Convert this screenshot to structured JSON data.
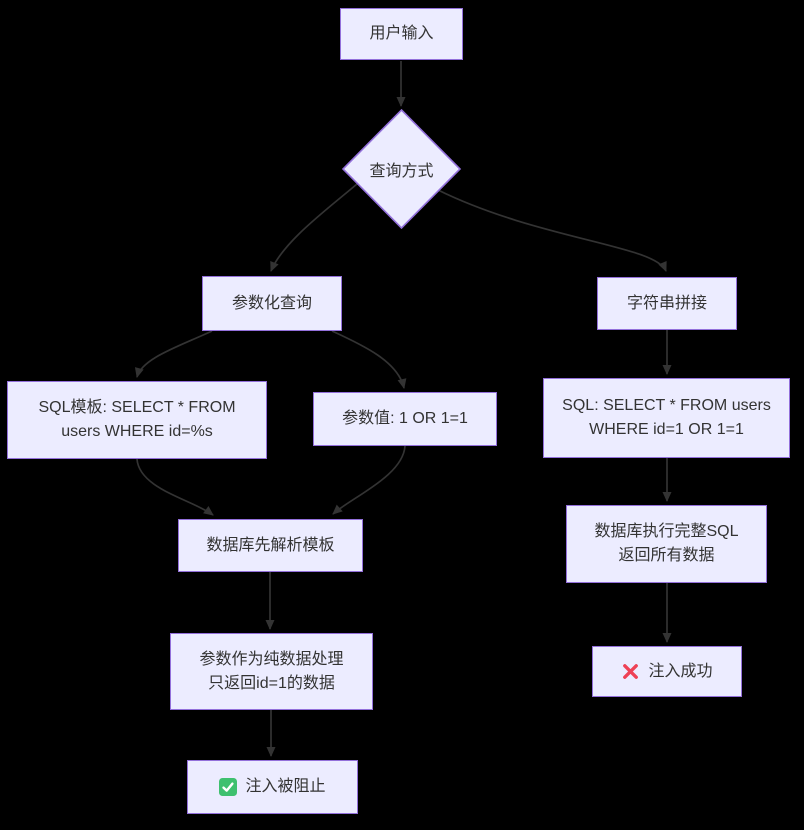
{
  "diagram": {
    "background": "#000000",
    "colors": {
      "node_fill": "#ECECFF",
      "node_border": "#9370DB",
      "edge": "#333333",
      "text": "#333333",
      "check_green": "#3EC06F",
      "cross_red": "#EE4156"
    },
    "nodes": {
      "user_input": {
        "label": "用户输入"
      },
      "decision": {
        "label": "查询方式"
      },
      "param_query": {
        "label": "参数化查询"
      },
      "string_concat": {
        "label": "字符串拼接"
      },
      "sql_template": {
        "line1": "SQL模板: SELECT * FROM",
        "line2": "users WHERE id=%s"
      },
      "param_value": {
        "label": "参数值: 1 OR 1=1"
      },
      "concat_sql": {
        "line1": "SQL: SELECT * FROM users",
        "line2": "WHERE id=1 OR 1=1"
      },
      "parse_template": {
        "label": "数据库先解析模板"
      },
      "exec_full_sql": {
        "line1": "数据库执行完整SQL",
        "line2": "返回所有数据"
      },
      "param_pure_data": {
        "line1": "参数作为纯数据处理",
        "line2": "只返回id=1的数据"
      },
      "injection_blocked": {
        "icon": "check-icon",
        "label": "注入被阻止"
      },
      "injection_success": {
        "icon": "cross-icon",
        "label": "注入成功"
      }
    }
  }
}
